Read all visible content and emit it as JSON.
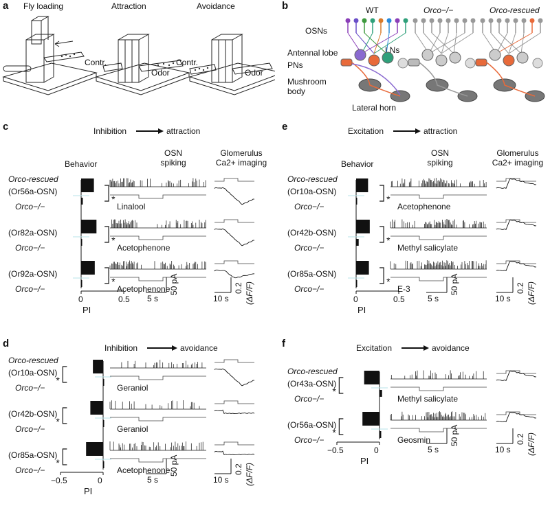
{
  "panels": {
    "a": {
      "label": "a",
      "titles": [
        "Fly loading",
        "Attraction",
        "Avoidance"
      ],
      "contr": "Contr.",
      "odor": "Odor"
    },
    "b": {
      "label": "b",
      "wt": "WT",
      "ko": "Orco−/−",
      "rescued": "Orco-rescued",
      "osns": "OSNs",
      "al": "Antennal lobe",
      "lns": "LNs",
      "pns": "PNs",
      "mb1": "Mushroom",
      "mb2": "body",
      "lh": "Lateral horn"
    },
    "c": {
      "label": "c",
      "title_l": "Inhibition",
      "title_r": "attraction",
      "rows": [
        {
          "rescued": "Orco-rescued",
          "osn": "(Or56a-OSN)",
          "ko": "Orco−/−",
          "odor": "Linalool"
        },
        {
          "osn": "(Or82a-OSN)",
          "ko": "Orco−/−",
          "odor": "Acetophenone"
        },
        {
          "osn": "(Or92a-OSN)",
          "ko": "Orco−/−",
          "odor": "Acetophenone"
        }
      ],
      "axis": {
        "ticks": [
          "0",
          "0.5"
        ],
        "label": "PI"
      }
    },
    "d": {
      "label": "d",
      "title_l": "Inhibition",
      "title_r": "avoidance",
      "rows": [
        {
          "rescued": "Orco-rescued",
          "osn": "(Or10a-OSN)",
          "ko": "Orco−/−",
          "odor": "Geraniol"
        },
        {
          "osn": "(Or42b-OSN)",
          "ko": "Orco−/−",
          "odor": "Geraniol"
        },
        {
          "osn": "(Or85a-OSN)",
          "ko": "Orco−/−",
          "odor": "Acetophenone"
        }
      ],
      "axis": {
        "ticks": [
          "−0.5",
          "0"
        ],
        "label": "PI"
      }
    },
    "e": {
      "label": "e",
      "title_l": "Excitation",
      "title_r": "attraction",
      "rows": [
        {
          "rescued": "Orco-rescued",
          "osn": "(Or10a-OSN)",
          "ko": "Orco−/−",
          "odor": "Acetophenone"
        },
        {
          "osn": "(Or42b-OSN)",
          "ko": "Orco−/−",
          "odor": "Methyl salicylate"
        },
        {
          "osn": "(Or85a-OSN)",
          "ko": "Orco−/−",
          "odor": "E-3"
        }
      ],
      "axis": {
        "ticks": [
          "0",
          "0.5"
        ],
        "label": "PI"
      }
    },
    "f": {
      "label": "f",
      "title_l": "Excitation",
      "title_r": "avoidance",
      "rows": [
        {
          "rescued": "Orco-rescued",
          "osn": "(Or43a-OSN)",
          "ko": "Orco−/−",
          "odor": "Methyl salicylate"
        },
        {
          "osn": "(Or56a-OSN)",
          "ko": "Orco−/−",
          "odor": "Geosmin"
        }
      ],
      "axis": {
        "ticks": [
          "−0.5",
          "0"
        ],
        "label": "PI"
      }
    }
  },
  "headers": {
    "behavior": "Behavior",
    "osn1": "OSN",
    "osn2": "spiking",
    "glom1": "Glomerulus",
    "glom2": "Ca2+ imaging"
  },
  "scale": {
    "time5": "5 s",
    "pa50": "50 pA",
    "time10": "10 s",
    "df": "0.2",
    "dff": "(ΔF/F)"
  },
  "star": "*",
  "colors": {
    "osn": [
      "#8a3fb8",
      "#6a4fc8",
      "#3f9a3f",
      "#2fa07a",
      "#d97a2a",
      "#2a8ad9",
      "#8a3fb8",
      "#2fa07a"
    ],
    "pn": "#e86a3a",
    "pn2": "#8a6ad0",
    "ln": "#2fa07a"
  }
}
